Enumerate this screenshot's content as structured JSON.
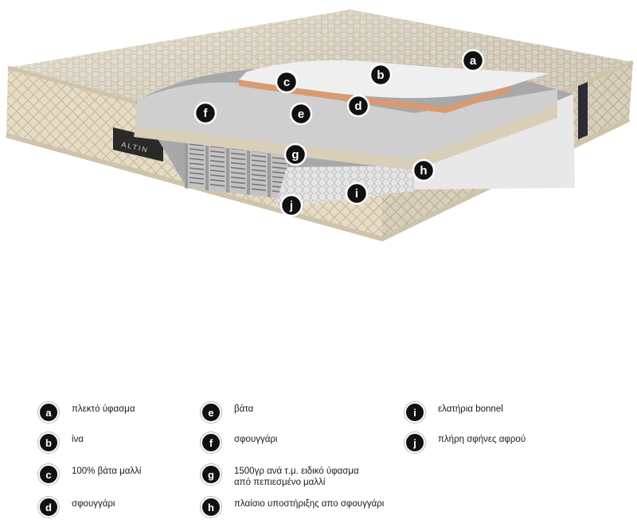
{
  "brand": {
    "label_text": "ALTIN",
    "color": "#cfc7b6"
  },
  "colors": {
    "fabric": "#ece4d3",
    "fabric_shadow": "#d6ccb6",
    "border": "#cfc4ab",
    "badge": "#111111",
    "foam_light": "#ededed",
    "foam_gray": "#cfcfcf",
    "copper": "#d99a72"
  },
  "labels": [
    {
      "key": "a",
      "letter": "a"
    },
    {
      "key": "b",
      "letter": "b"
    },
    {
      "key": "c",
      "letter": "c"
    },
    {
      "key": "d",
      "letter": "d"
    },
    {
      "key": "e",
      "letter": "e"
    },
    {
      "key": "f",
      "letter": "f"
    },
    {
      "key": "g",
      "letter": "g"
    },
    {
      "key": "h",
      "letter": "h"
    },
    {
      "key": "i",
      "letter": "i"
    },
    {
      "key": "j",
      "letter": "j"
    }
  ],
  "legend": [
    {
      "letter": "a",
      "text": "πλεκτό ύφασμα"
    },
    {
      "letter": "b",
      "text": "ίνα"
    },
    {
      "letter": "c",
      "text": "100% βάτα μαλλί"
    },
    {
      "letter": "d",
      "text": "σφουγγάρι"
    },
    {
      "letter": "e",
      "text": "βάτα"
    },
    {
      "letter": "f",
      "text": "σφουγγάρι"
    },
    {
      "letter": "g",
      "text": "1500γρ ανά τ.μ. ειδικό ύφασμα\n από πεπιεσμένο μαλλί"
    },
    {
      "letter": "h",
      "text": "πλαίσιο υποστήριξης απο σφουγγάρι"
    },
    {
      "letter": "i",
      "text": "ελατήρια bonnel"
    },
    {
      "letter": "j",
      "text": "πλήρη σφήνες αφρού"
    }
  ]
}
